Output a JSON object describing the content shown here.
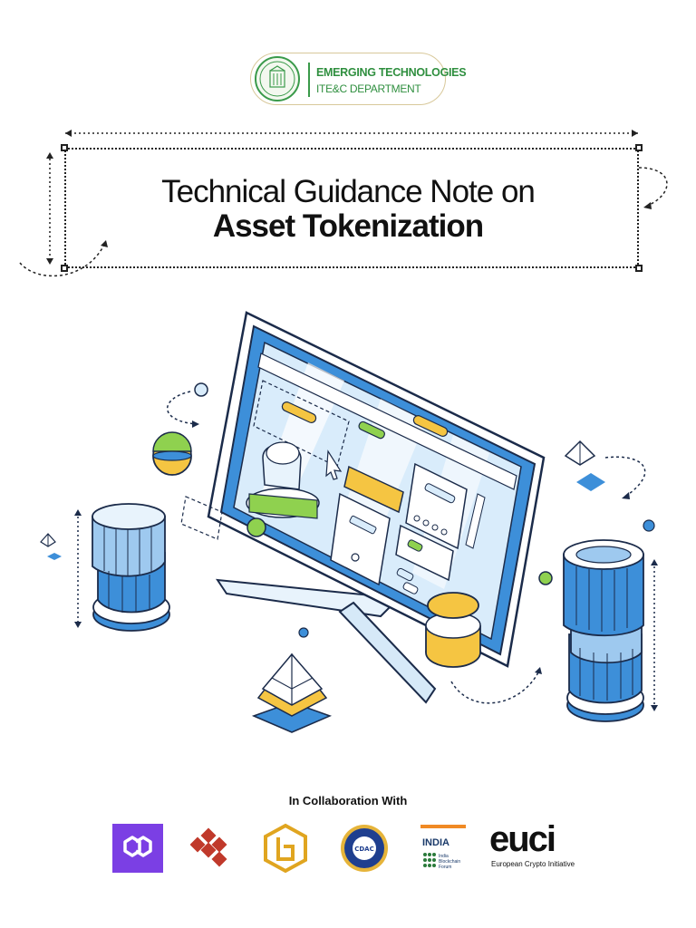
{
  "header": {
    "badge_title": "EMERGING TECHNOLOGIES",
    "badge_subtitle": "ITE&C DEPARTMENT"
  },
  "title": {
    "line1": "Technical Guidance Note on",
    "line2": "Asset Tokenization"
  },
  "footer": {
    "collab_label": "In Collaboration With",
    "logos": [
      {
        "name": "polygon-logo"
      },
      {
        "name": "hexagon-red-logo"
      },
      {
        "name": "gold-hexagon-logo"
      },
      {
        "name": "cdac-seal-logo"
      },
      {
        "name": "india-blockchain-forum-logo",
        "text": "INDIA",
        "subtext": "India Blockchain Forum"
      },
      {
        "name": "euci-logo",
        "text": "euci",
        "subtext": "European Crypto Initiative"
      }
    ]
  },
  "colors": {
    "brand_green": "#2f8f3f",
    "accent_blue": "#3d8fd9",
    "accent_yellow": "#f5c542",
    "accent_lightgreen": "#8fd14f",
    "polygon_purple": "#7b3fe4"
  }
}
